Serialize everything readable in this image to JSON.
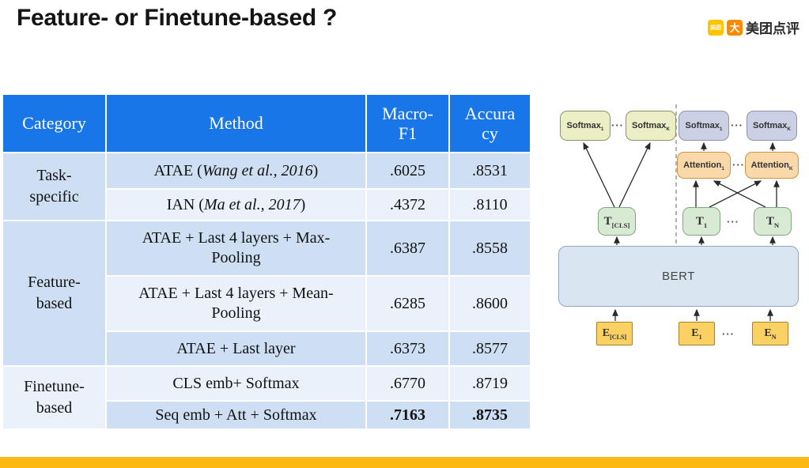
{
  "slide": {
    "title": "Feature- or Finetune-based ?"
  },
  "logo": {
    "meituan_badge_text": "美团",
    "dianping_icon_glyph": "大",
    "brand_text": "美团点评"
  },
  "table": {
    "headers": [
      "Category",
      "Method",
      "Macro-F1",
      "Accuracy"
    ],
    "groups": [
      {
        "category": "Task-specific",
        "rows": [
          {
            "pre": "ATAE (",
            "it": "Wang et al., 2016",
            "post": ")",
            "f1": ".6025",
            "acc": ".8531"
          },
          {
            "pre": "IAN (",
            "it": "Ma et al., 2017",
            "post": ")",
            "f1": ".4372",
            "acc": ".8110"
          }
        ]
      },
      {
        "category": "Feature-based",
        "rows": [
          {
            "pre": "ATAE + Last 4 layers + Max-Pooling",
            "it": "",
            "post": "",
            "f1": ".6387",
            "acc": ".8558"
          },
          {
            "pre": "ATAE + Last 4 layers + Mean-Pooling",
            "it": "",
            "post": "",
            "f1": ".6285",
            "acc": ".8600"
          },
          {
            "pre": "ATAE + Last layer",
            "it": "",
            "post": "",
            "f1": ".6373",
            "acc": ".8577"
          }
        ]
      },
      {
        "category": "Finetune-based",
        "rows": [
          {
            "pre": "CLS emb+ Softmax",
            "it": "",
            "post": "",
            "f1": ".6770",
            "acc": ".8719"
          },
          {
            "pre": "Seq emb + Att + Softmax",
            "it": "",
            "post": "",
            "f1": ".7163",
            "acc": ".8735"
          }
        ]
      }
    ]
  },
  "diagram": {
    "ellipsis": "···",
    "bert_label": "BERT",
    "boxes": {
      "softmax_left_1": {
        "base": "Softmax",
        "sub": "1"
      },
      "softmax_left_k": {
        "base": "Softmax",
        "sub": "K"
      },
      "softmax_right_1": {
        "base": "Softmax",
        "sub": "1"
      },
      "softmax_right_k": {
        "base": "Softmax",
        "sub": "K"
      },
      "attention_1": {
        "base": "Attention",
        "sub": "1"
      },
      "attention_k": {
        "base": "Attention",
        "sub": "K"
      },
      "t_cls": {
        "base": "T",
        "sub": "[CLS]"
      },
      "t_1": {
        "base": "T",
        "sub": "1"
      },
      "t_n": {
        "base": "T",
        "sub": "N"
      },
      "e_cls": {
        "base": "E",
        "sub": "[CLS]"
      },
      "e_1": {
        "base": "E",
        "sub": "1"
      },
      "e_n": {
        "base": "E",
        "sub": "N"
      }
    }
  },
  "colors": {
    "header_bg": "#1976E8",
    "row_med": "#CEDFF4",
    "row_light": "#EAF1FB",
    "accent_yellow": "#FDB813"
  }
}
